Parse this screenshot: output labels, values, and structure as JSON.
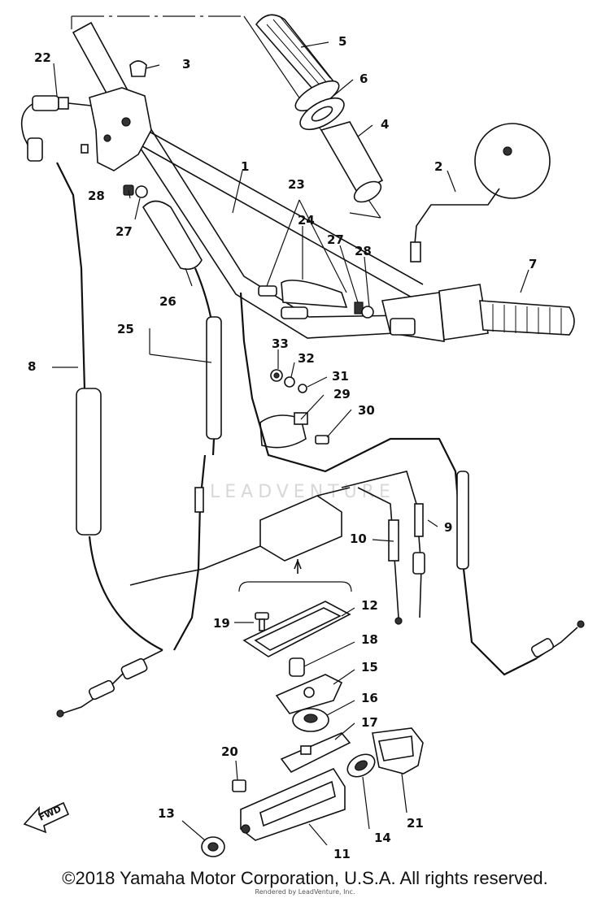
{
  "labels": {
    "p1": "1",
    "p2": "2",
    "p3": "3",
    "p4": "4",
    "p5": "5",
    "p6": "6",
    "p7": "7",
    "p8": "8",
    "p9": "9",
    "p10": "10",
    "p11": "11",
    "p12": "12",
    "p13": "13",
    "p14": "14",
    "p15": "15",
    "p16": "16",
    "p17": "17",
    "p18": "18",
    "p19": "19",
    "p20": "20",
    "p21": "21",
    "p22": "22",
    "p23": "23",
    "p24": "24",
    "p25": "25",
    "p26": "26",
    "p27a": "27",
    "p27b": "27",
    "p28a": "28",
    "p28b": "28",
    "p29": "29",
    "p30": "30",
    "p31": "31",
    "p32": "32",
    "p33": "33"
  },
  "fwd": "FWD",
  "watermark": "LEADVENTURE",
  "copyright": "©2018 Yamaha Motor Corporation, U.S.A. All rights reserved.",
  "rendered_by": "Rendered by LeadVenture, Inc."
}
